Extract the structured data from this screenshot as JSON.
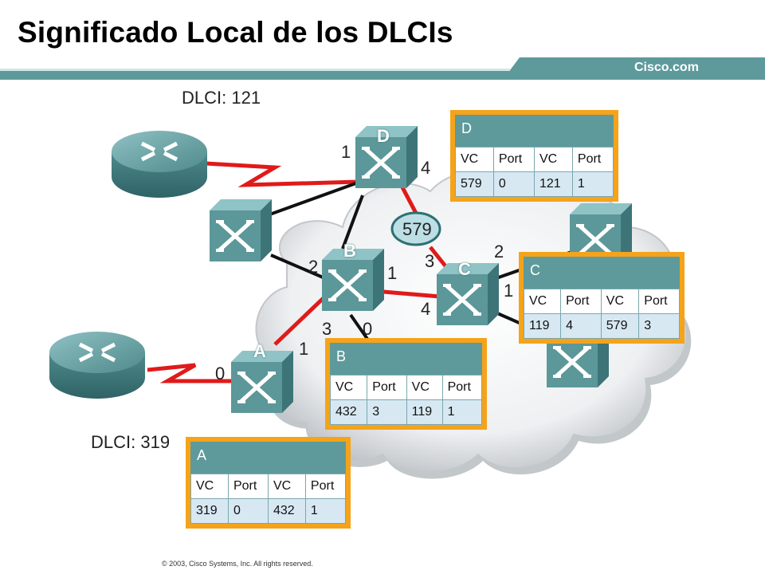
{
  "title": "Significado Local de los DLCIs",
  "brand": "Cisco.com",
  "footer": "© 2003, Cisco Systems, Inc. All rights reserved.",
  "dlci_top": "DLCI: 121",
  "dlci_bottom": "DLCI: 319",
  "vc_bubble": "579",
  "colors": {
    "accent": "#f5a31a",
    "teal": "#5e9a9b",
    "link_red": "#e01a1a"
  },
  "switches": {
    "D": "D",
    "B": "B",
    "C": "C",
    "A": "A"
  },
  "ports": {
    "d_1": "1",
    "d_4": "4",
    "b_2": "2",
    "b_1": "1",
    "b_3": "3",
    "b_0": "0",
    "c_3": "3",
    "c_2": "2",
    "c_1": "1",
    "c_4": "4",
    "a_0": "0",
    "a_1": "1"
  },
  "tables": {
    "D": {
      "title": "D",
      "headers": [
        "VC",
        "Port",
        "VC",
        "Port"
      ],
      "row": [
        "579",
        "0",
        "121",
        "1"
      ]
    },
    "C": {
      "title": "C",
      "headers": [
        "VC",
        "Port",
        "VC",
        "Port"
      ],
      "row": [
        "119",
        "4",
        "579",
        "3"
      ]
    },
    "B": {
      "title": "B",
      "headers": [
        "VC",
        "Port",
        "VC",
        "Port"
      ],
      "row": [
        "432",
        "3",
        "119",
        "1"
      ]
    },
    "A": {
      "title": "A",
      "headers": [
        "VC",
        "Port",
        "VC",
        "Port"
      ],
      "row": [
        "319",
        "0",
        "432",
        "1"
      ]
    }
  }
}
